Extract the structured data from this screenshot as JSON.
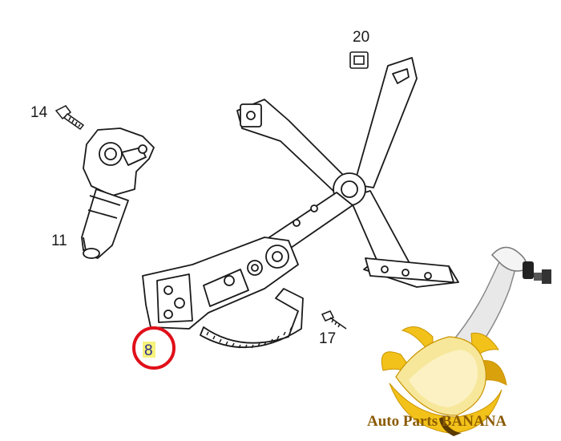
{
  "diagram": {
    "parts": [
      {
        "id": "part-20",
        "label": "20"
      },
      {
        "id": "part-14",
        "label": "14"
      },
      {
        "id": "part-11",
        "label": "11"
      },
      {
        "id": "part-8",
        "label": "8"
      },
      {
        "id": "part-17",
        "label": "17"
      }
    ],
    "highlighted_part": "8",
    "highlight_color": "#e0101a",
    "highlight_fill": "#f6f27a"
  },
  "branding": {
    "logo_text": "Auto Parts BANANA",
    "logo_colors": {
      "banana": "#f2c21a",
      "banana_shade": "#d9a10c",
      "text": "#8a5a00"
    }
  }
}
